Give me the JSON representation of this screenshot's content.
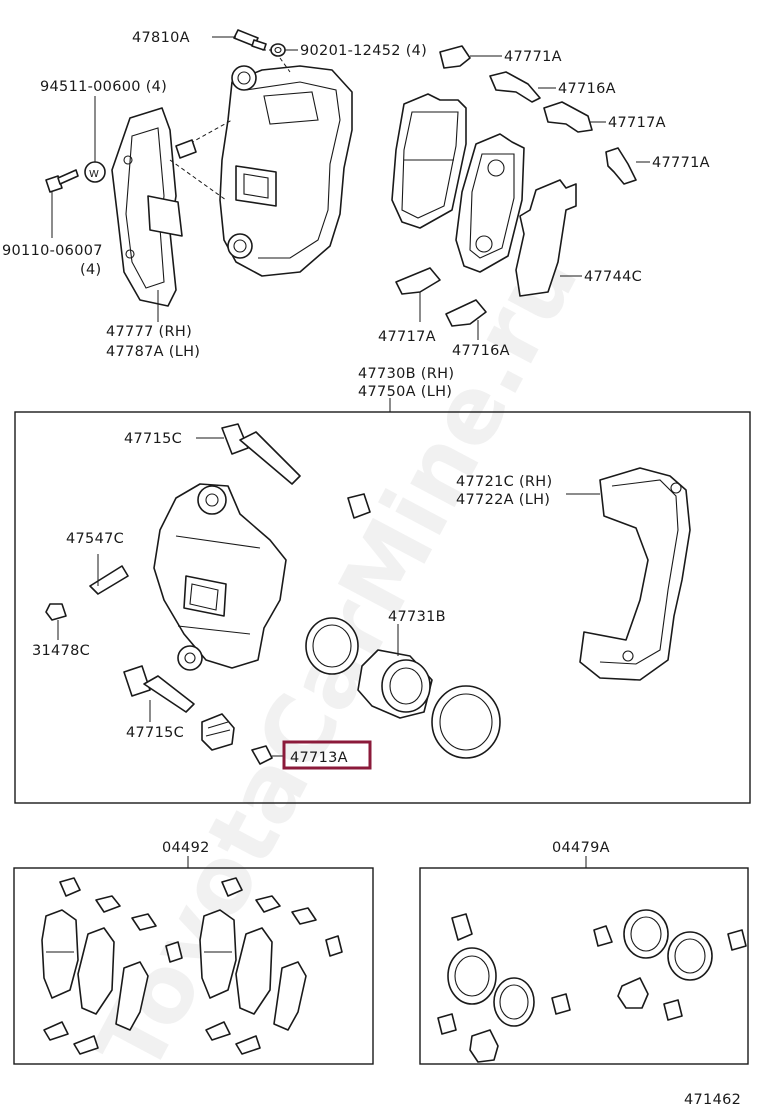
{
  "watermark": "ToyotaCarMine.ru",
  "labels": {
    "p47810A": "47810A",
    "p90201": "90201-12452 (4)",
    "p47771A_top": "47771A",
    "p47716A_top": "47716A",
    "p47717A_top": "47717A",
    "p47771A_mid": "47771A",
    "p94511": "94511-00600 (4)",
    "p90110": "90110-06007",
    "p90110_qty": "(4)",
    "p47777": "47777 (RH)",
    "p47787A": "47787A (LH)",
    "p47744C": "47744C",
    "p47717A_low": "47717A",
    "p47716A_low": "47716A",
    "p47730B": "47730B (RH)",
    "p47750A": "47750A (LH)",
    "p47715C_top": "47715C",
    "p47721C": "47721C (RH)",
    "p47722A": "47722A (LH)",
    "p47547C": "47547C",
    "p31478C": "31478C",
    "p47731B": "47731B",
    "p47715C_low": "47715C",
    "p47713A": "47713A",
    "p04492": "04492",
    "p04479A": "04479A",
    "diagram_no": "471462"
  },
  "highlight": {
    "part": "47713A",
    "color": "#8b1a3a"
  }
}
